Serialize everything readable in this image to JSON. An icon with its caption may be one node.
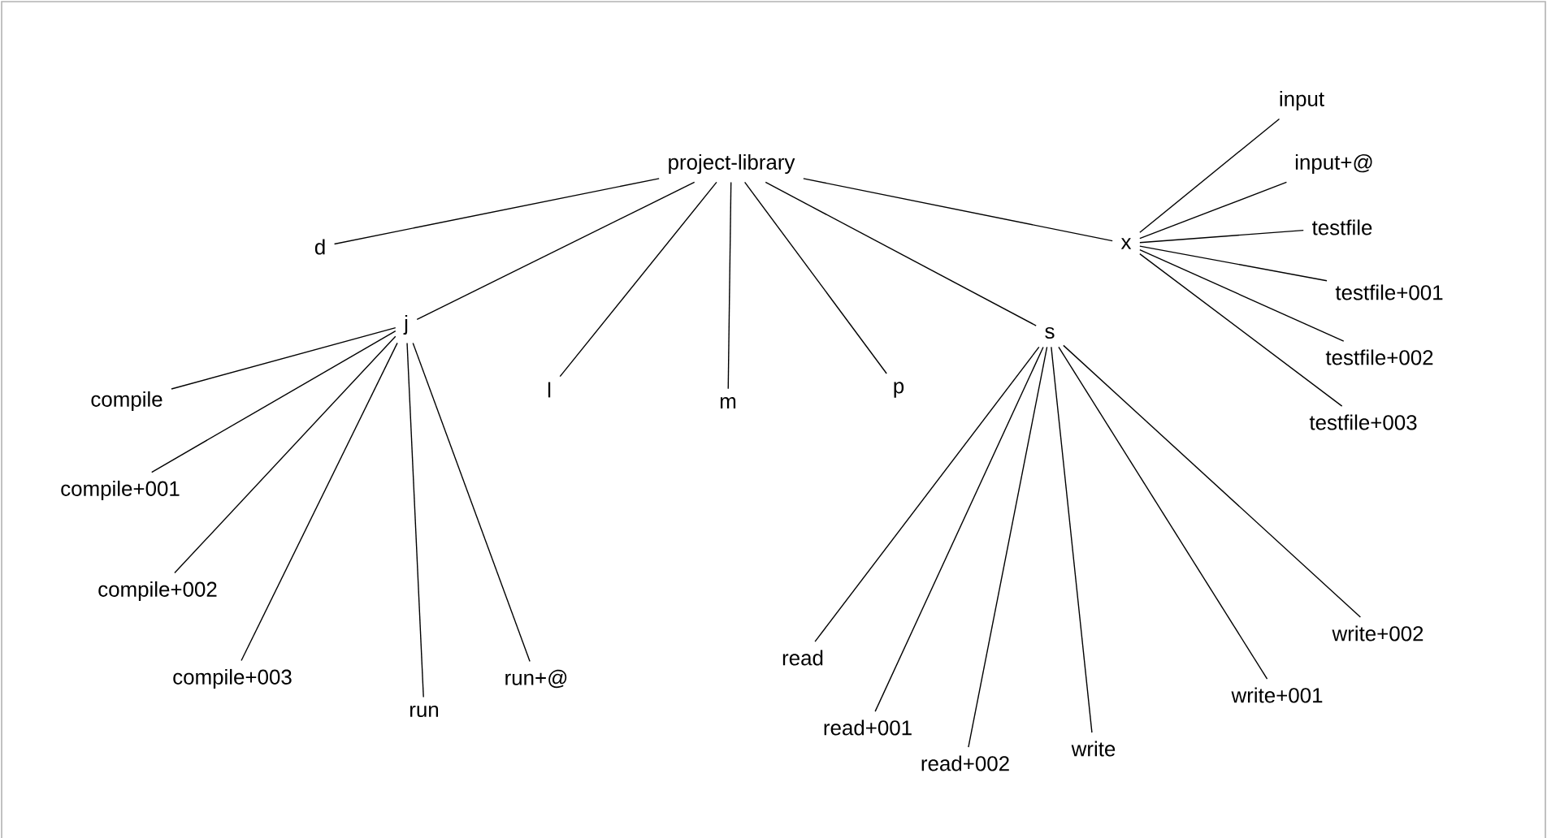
{
  "diagram": {
    "nodes": [
      {
        "text": [
          "project-library"
        ]
      },
      {
        "text": [
          "d"
        ]
      },
      {
        "text": [
          "j"
        ]
      },
      {
        "text": [
          "l"
        ]
      },
      {
        "text": [
          "m"
        ]
      },
      {
        "text": [
          "p"
        ]
      },
      {
        "text": [
          "s"
        ]
      },
      {
        "text": [
          "x"
        ]
      },
      {
        "text": [
          "compile"
        ]
      },
      {
        "text": [
          "compile+001"
        ]
      },
      {
        "text": [
          "compile+002"
        ]
      },
      {
        "text": [
          "compile+003"
        ]
      },
      {
        "text": [
          "run"
        ]
      },
      {
        "text": [
          "run+@"
        ]
      },
      {
        "text": [
          "read"
        ]
      },
      {
        "text": [
          "read+001"
        ]
      },
      {
        "text": [
          "read+002"
        ]
      },
      {
        "text": [
          "write"
        ]
      },
      {
        "text": [
          "write+001"
        ]
      },
      {
        "text": [
          "write+002"
        ]
      },
      {
        "text": [
          "input"
        ]
      },
      {
        "text": [
          "input+@"
        ]
      },
      {
        "text": [
          "testfile"
        ]
      },
      {
        "text": [
          "testfile+001"
        ]
      },
      {
        "text": [
          "testfile+002"
        ]
      },
      {
        "text": [
          "testfile+003"
        ]
      }
    ],
    "edges": [
      {
        "from": 0,
        "to": 1,
        "arrow": "none"
      },
      {
        "from": 0,
        "to": 2,
        "arrow": "none"
      },
      {
        "from": 0,
        "to": 3,
        "arrow": "none"
      },
      {
        "from": 0,
        "to": 4,
        "arrow": "none"
      },
      {
        "from": 0,
        "to": 5,
        "arrow": "none"
      },
      {
        "from": 0,
        "to": 6,
        "arrow": "none"
      },
      {
        "from": 0,
        "to": 7,
        "arrow": "none"
      },
      {
        "from": 2,
        "to": 8,
        "arrow": "none"
      },
      {
        "from": 2,
        "to": 9,
        "arrow": "none"
      },
      {
        "from": 2,
        "to": 10,
        "arrow": "none"
      },
      {
        "from": 2,
        "to": 11,
        "arrow": "none"
      },
      {
        "from": 2,
        "to": 12,
        "arrow": "none"
      },
      {
        "from": 2,
        "to": 13,
        "arrow": "none"
      },
      {
        "from": 6,
        "to": 14,
        "arrow": "none"
      },
      {
        "from": 6,
        "to": 15,
        "arrow": "none"
      },
      {
        "from": 6,
        "to": 16,
        "arrow": "none"
      },
      {
        "from": 6,
        "to": 17,
        "arrow": "none"
      },
      {
        "from": 6,
        "to": 18,
        "arrow": "none"
      },
      {
        "from": 6,
        "to": 19,
        "arrow": "none"
      },
      {
        "from": 7,
        "to": 20,
        "arrow": "none"
      },
      {
        "from": 7,
        "to": 21,
        "arrow": "none"
      },
      {
        "from": 7,
        "to": 22,
        "arrow": "none"
      },
      {
        "from": 7,
        "to": 23,
        "arrow": "none"
      },
      {
        "from": 7,
        "to": 24,
        "arrow": "none"
      },
      {
        "from": 7,
        "to": 25,
        "arrow": "none"
      }
    ]
  }
}
